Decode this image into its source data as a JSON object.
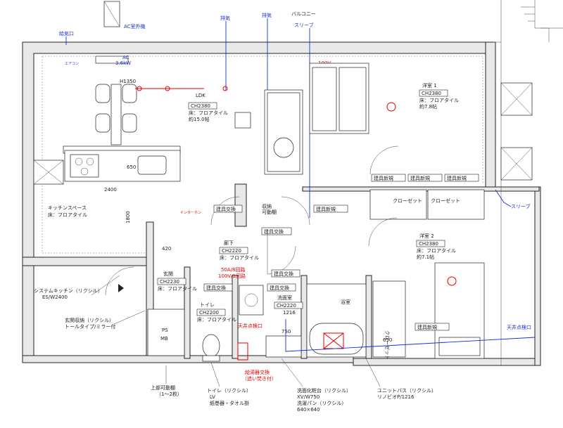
{
  "labels": {
    "ac_outdoor": "AC室外機",
    "supply_air": "給気口",
    "exhaust_1": "排気",
    "exhaust_2": "排気",
    "balcony": "バルコニー",
    "sleeve_top": "スリーブ",
    "ac_unit": "AC",
    "ac_unit_v": "3.6kW",
    "wall_100v": "100V",
    "h1350": "H1350",
    "ldk_name": "LDK",
    "ldk_ch": "CH2380",
    "ldk_floor": "床：フロアタイル",
    "ldk_area": "約15.0帖",
    "kitchen_650": "650",
    "kitchen_2400": "2400",
    "kitchen_space": "キッチンスペース",
    "kitchen_floor": "床：フロアタイル",
    "dim_1800": "1800",
    "dim_420": "420",
    "bed1_name": "洋室 1",
    "bed1_ch": "CH2380",
    "bed1_floor": "床：フロアタイル",
    "bed1_area": "約7.8帖",
    "furniture_move_1": "建具新規",
    "furniture_move_2": "建具新規",
    "furniture_move_3": "建具新規",
    "closet_1": "クローゼット",
    "closet_2": "クローゼット",
    "sleeve_right": "スリーブ",
    "movable_shelf": "収納",
    "movable_shelf_2": "可動棚",
    "door_swap_1": "建具交換",
    "door_new_1": "建具新規",
    "door_swap_2": "建具交換",
    "intercom": "インターホン",
    "hall_name": "廊下",
    "hall_ch": "CH2220",
    "hall_floor": "床：フロアタイル",
    "circuit_1": "50A/8回路",
    "circuit_2": "100V/1回路",
    "door_swap_3": "建具交換",
    "door_swap_4": "建具交換",
    "door_swap_5": "建具交換",
    "bed2_name": "洋室 2",
    "bed2_ch": "CH2380",
    "bed2_floor": "床：フロアタイル",
    "bed2_area": "約7.1帖",
    "door_new_2": "建具新規",
    "closet_3": "クローゼット",
    "entrance_name": "玄関",
    "entrance_ch": "CH2230",
    "entrance_floor": "床：フロアタイル",
    "system_kitchen": "システムキッチン（リクシル）",
    "system_kitchen_2": "ES/W2400",
    "entrance_storage": "玄関収納（リクシル）",
    "entrance_storage_2": "トールタイプ/ミラー付",
    "toilet_name": "トイレ",
    "toilet_ch": "CH2200",
    "toilet_floor": "床：フロアタイル",
    "wash_name": "洗面室",
    "wash_ch": "CH2220",
    "wash_dim": "1216",
    "bath_name": "浴室",
    "dim_750": "750",
    "dim_650": "650",
    "inspection_1": "天井点検口",
    "inspection_2": "天井点検口",
    "ps": "PS",
    "mb": "MB",
    "water_heater": "給湯器交換",
    "water_heater_2": "（追い焚き付）",
    "movable_shelf_bottom": "上部可動棚",
    "movable_shelf_bottom_2": "（1～2枚）",
    "toilet_spec": "トイレ（リクシル）",
    "toilet_spec_2": "LV",
    "toilet_spec_3": "紙巻器・タオル掛",
    "vanity": "洗面化粧台（リクシル）",
    "vanity_2": "XV/W750",
    "vanity_3": "洗濯パン（リクシル）",
    "vanity_4": "640×640",
    "unit_bath": "ユニットバス（リクシル）",
    "unit_bath_2": "リノビオP/1216",
    "ac_small": "エアコン"
  },
  "colors": {
    "wall": "#e9e9e9",
    "line": "#222222",
    "electric": "#e00000",
    "air": "#1a2fd8"
  }
}
